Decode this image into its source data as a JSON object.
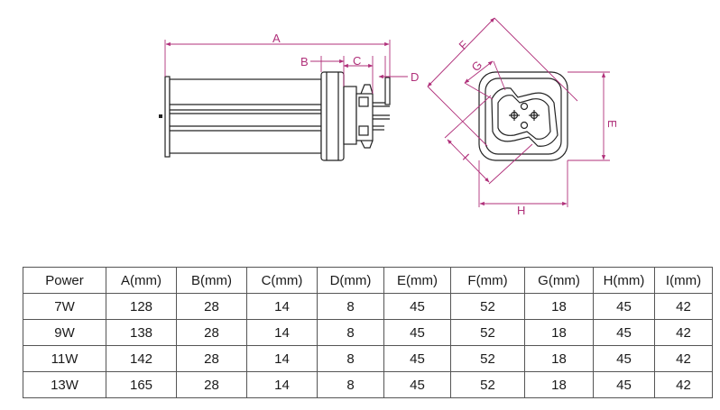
{
  "dimensions": {
    "A": "A",
    "B": "B",
    "C": "C",
    "D": "D",
    "E": "E",
    "F": "F",
    "G": "G",
    "H": "H",
    "I": "I"
  },
  "colors": {
    "dimension": "#b0307a",
    "outline": "#222222"
  },
  "table": {
    "headers": [
      "Power",
      "A(mm)",
      "B(mm)",
      "C(mm)",
      "D(mm)",
      "E(mm)",
      "F(mm)",
      "G(mm)",
      "H(mm)",
      "I(mm)"
    ],
    "rows": [
      [
        "7W",
        "128",
        "28",
        "14",
        "8",
        "45",
        "52",
        "18",
        "45",
        "42"
      ],
      [
        "9W",
        "138",
        "28",
        "14",
        "8",
        "45",
        "52",
        "18",
        "45",
        "42"
      ],
      [
        "11W",
        "142",
        "28",
        "14",
        "8",
        "45",
        "52",
        "18",
        "45",
        "42"
      ],
      [
        "13W",
        "165",
        "28",
        "14",
        "8",
        "45",
        "52",
        "18",
        "45",
        "42"
      ]
    ]
  }
}
